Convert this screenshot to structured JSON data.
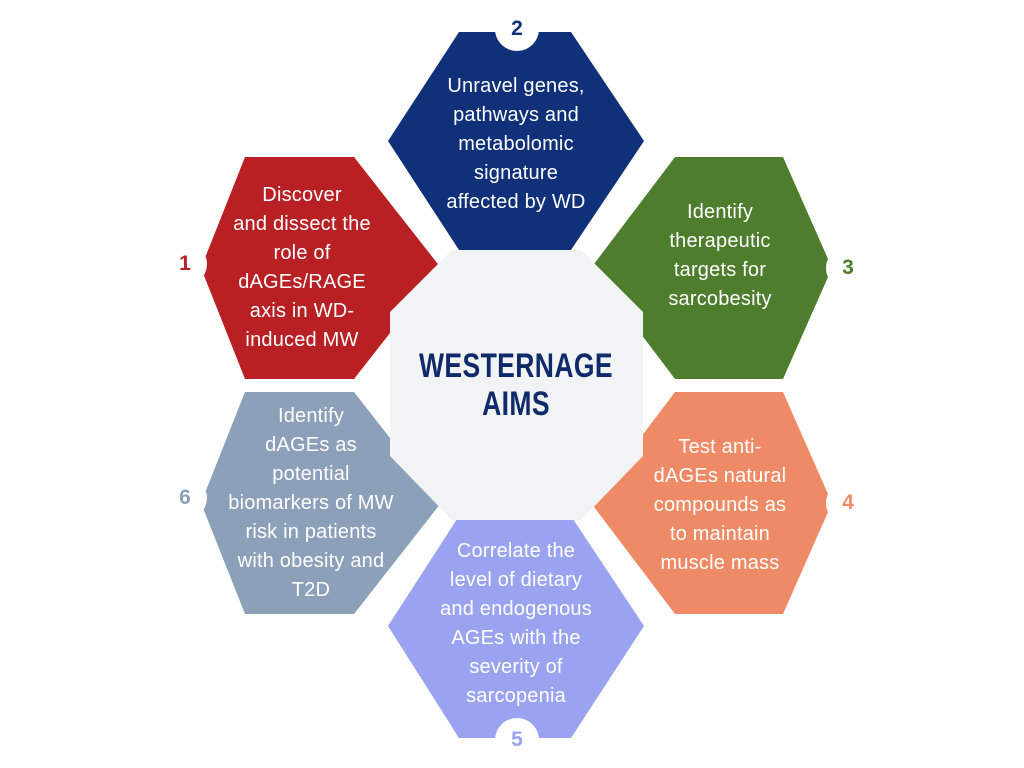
{
  "center": {
    "title": "WESTERNAGE\nAIMS"
  },
  "aims": [
    {
      "number": "1",
      "text": "Discover\nand dissect the\nrole of\ndAGEs/RAGE\naxis in WD-\ninduced MW",
      "color": "#b92024"
    },
    {
      "number": "2",
      "text": "Unravel genes,\npathways and\nmetabolomic\nsignature\naffected by WD",
      "color": "#10307a"
    },
    {
      "number": "3",
      "text": "Identify\ntherapeutic\ntargets for\nsarcobesity",
      "color": "#4e7d2d"
    },
    {
      "number": "4",
      "text": "Test anti-\ndAGEs natural\ncompounds as\nto maintain\nmuscle mass",
      "color": "#ee8b66"
    },
    {
      "number": "5",
      "text": "Correlate the\nlevel of dietary\nand endogenous\nAGEs with the\nseverity of\nsarcopenia",
      "color": "#99a3ef"
    },
    {
      "number": "6",
      "text": "Identify\ndAGEs as\npotential\nbiomarkers of MW\nrisk in patients\nwith obesity and\nT2D",
      "color": "#8ca0ba"
    }
  ],
  "colors": {
    "center_fill": "#f2f3f4",
    "badge_fill": "#ffffff"
  }
}
